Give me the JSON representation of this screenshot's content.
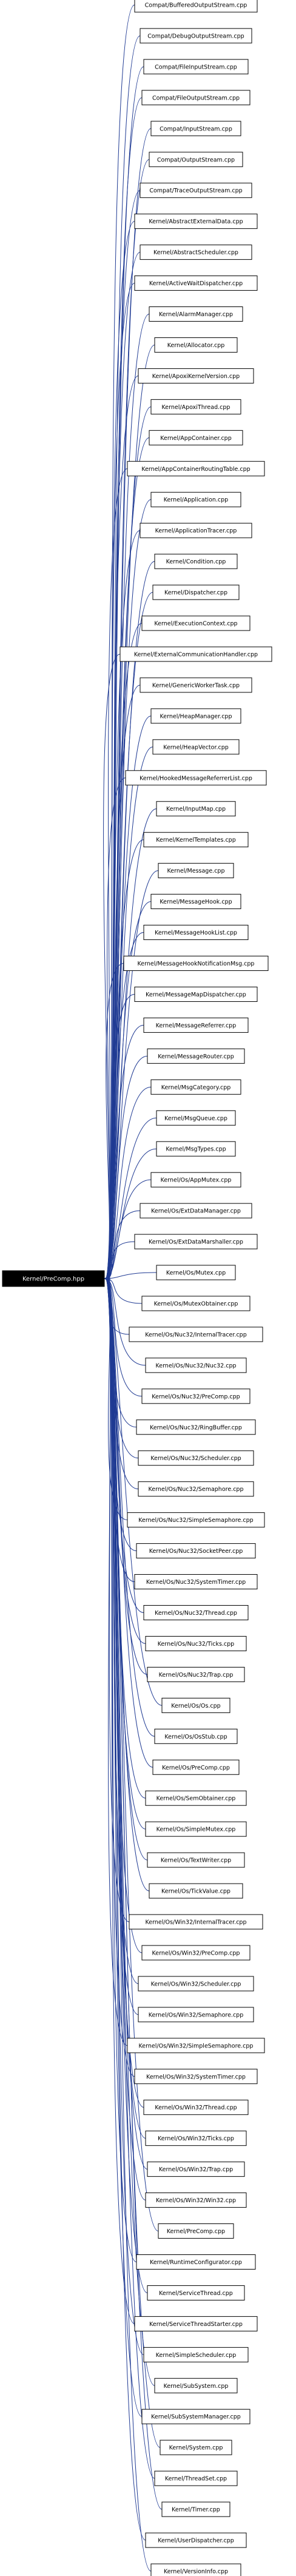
{
  "center": {
    "label": "Kernel/PreComp.hpp",
    "bg": "#000000",
    "fg": "#ffffff"
  },
  "colors": {
    "edge": "#1f3a93",
    "node_border": "#000000"
  },
  "nodes": [
    "Compat/BufferedOutputStream.cpp",
    "Compat/DebugOutputStream.cpp",
    "Compat/FileInputStream.cpp",
    "Compat/FileOutputStream.cpp",
    "Compat/InputStream.cpp",
    "Compat/OutputStream.cpp",
    "Compat/TraceOutputStream.cpp",
    "Kernel/AbstractExternalData.cpp",
    "Kernel/AbstractScheduler.cpp",
    "Kernel/ActiveWaitDispatcher.cpp",
    "Kernel/AlarmManager.cpp",
    "Kernel/Allocator.cpp",
    "Kernel/ApoxiKernelVersion.cpp",
    "Kernel/ApoxiThread.cpp",
    "Kernel/AppContainer.cpp",
    "Kernel/AppContainerRoutingTable.cpp",
    "Kernel/Application.cpp",
    "Kernel/ApplicationTracer.cpp",
    "Kernel/Condition.cpp",
    "Kernel/Dispatcher.cpp",
    "Kernel/ExecutionContext.cpp",
    "Kernel/ExternalCommunicationHandler.cpp",
    "Kernel/GenericWorkerTask.cpp",
    "Kernel/HeapManager.cpp",
    "Kernel/HeapVector.cpp",
    "Kernel/HookedMessageReferrerList.cpp",
    "Kernel/InputMap.cpp",
    "Kernel/KernelTemplates.cpp",
    "Kernel/Message.cpp",
    "Kernel/MessageHook.cpp",
    "Kernel/MessageHookList.cpp",
    "Kernel/MessageHookNotificationMsg.cpp",
    "Kernel/MessageMapDispatcher.cpp",
    "Kernel/MessageReferrer.cpp",
    "Kernel/MessageRouter.cpp",
    "Kernel/MsgCategory.cpp",
    "Kernel/MsgQueue.cpp",
    "Kernel/MsgTypes.cpp",
    "Kernel/Os/AppMutex.cpp",
    "Kernel/Os/ExtDataManager.cpp",
    "Kernel/Os/ExtDataMarshaller.cpp",
    "Kernel/Os/Mutex.cpp",
    "Kernel/Os/MutexObtainer.cpp",
    "Kernel/Os/Nuc32/InternalTracer.cpp",
    "Kernel/Os/Nuc32/Nuc32.cpp",
    "Kernel/Os/Nuc32/PreComp.cpp",
    "Kernel/Os/Nuc32/RingBuffer.cpp",
    "Kernel/Os/Nuc32/Scheduler.cpp",
    "Kernel/Os/Nuc32/Semaphore.cpp",
    "Kernel/Os/Nuc32/SimpleSemaphore.cpp",
    "Kernel/Os/Nuc32/SocketPeer.cpp",
    "Kernel/Os/Nuc32/SystemTimer.cpp",
    "Kernel/Os/Nuc32/Thread.cpp",
    "Kernel/Os/Nuc32/Ticks.cpp",
    "Kernel/Os/Nuc32/Trap.cpp",
    "Kernel/Os/Os.cpp",
    "Kernel/Os/OsStub.cpp",
    "Kernel/Os/PreComp.cpp",
    "Kernel/Os/SemObtainer.cpp",
    "Kernel/Os/SimpleMutex.cpp",
    "Kernel/Os/TextWriter.cpp",
    "Kernel/Os/TickValue.cpp",
    "Kernel/Os/Win32/InternalTracer.cpp",
    "Kernel/Os/Win32/PreComp.cpp",
    "Kernel/Os/Win32/Scheduler.cpp",
    "Kernel/Os/Win32/Semaphore.cpp",
    "Kernel/Os/Win32/SimpleSemaphore.cpp",
    "Kernel/Os/Win32/SystemTimer.cpp",
    "Kernel/Os/Win32/Thread.cpp",
    "Kernel/Os/Win32/Ticks.cpp",
    "Kernel/Os/Win32/Trap.cpp",
    "Kernel/Os/Win32/Win32.cpp",
    "Kernel/PreComp.cpp",
    "Kernel/RuntimeConfigurator.cpp",
    "Kernel/ServiceThread.cpp",
    "Kernel/ServiceThreadStarter.cpp",
    "Kernel/SimpleScheduler.cpp",
    "Kernel/SubSystem.cpp",
    "Kernel/SubSystemManager.cpp",
    "Kernel/System.cpp",
    "Kernel/ThreadSet.cpp",
    "Kernel/Timer.cpp",
    "Kernel/UserDispatcher.cpp",
    "Kernel/VersionInfo.cpp"
  ]
}
